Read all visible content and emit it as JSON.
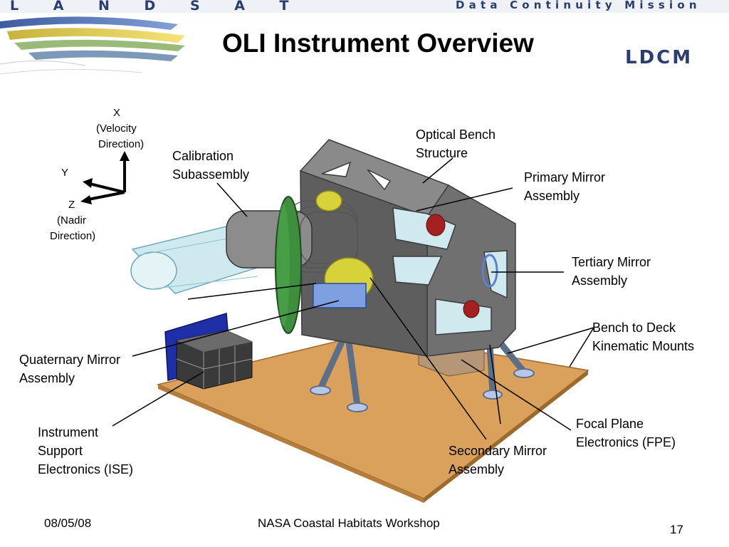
{
  "header": {
    "left_brand": "L A N D S A T",
    "right_brand": "Data Continuity Mission",
    "logo_text": "LDCM"
  },
  "slide": {
    "title": "OLI Instrument Overview"
  },
  "axes": {
    "x_label": "X",
    "x_desc_1": "(Velocity",
    "x_desc_2": "Direction)",
    "y_label": "Y",
    "z_label": "Z",
    "z_desc_1": "(Nadir",
    "z_desc_2": "Direction)"
  },
  "labels": {
    "calibration_1": "Calibration",
    "calibration_2": "Subassembly",
    "optical_bench_1": "Optical Bench",
    "optical_bench_2": "Structure",
    "primary_mirror_1": "Primary Mirror",
    "primary_mirror_2": "Assembly",
    "tertiary_mirror_1": "Tertiary Mirror",
    "tertiary_mirror_2": "Assembly",
    "bench_deck_1": "Bench to Deck",
    "bench_deck_2": "Kinematic Mounts",
    "quaternary_mirror_1": "Quaternary Mirror",
    "quaternary_mirror_2": "Assembly",
    "ise_1": "Instrument",
    "ise_2": "Support",
    "ise_3": "Electronics (ISE)",
    "fpe_1": "Focal Plane",
    "fpe_2": "Electronics (FPE)",
    "secondary_mirror_1": "Secondary Mirror",
    "secondary_mirror_2": "Assembly"
  },
  "footer": {
    "date": "08/05/08",
    "event": "NASA Coastal Habitats Workshop",
    "page": "17"
  },
  "colors": {
    "brand_navy": "#2a3d70",
    "deck": "#d9a15b",
    "bench": "#6e6e6e",
    "calibration_tube": "#cfe9ef",
    "ise_panel": "#1f2fa8",
    "secondary_mirror": "#3d8f3d"
  }
}
